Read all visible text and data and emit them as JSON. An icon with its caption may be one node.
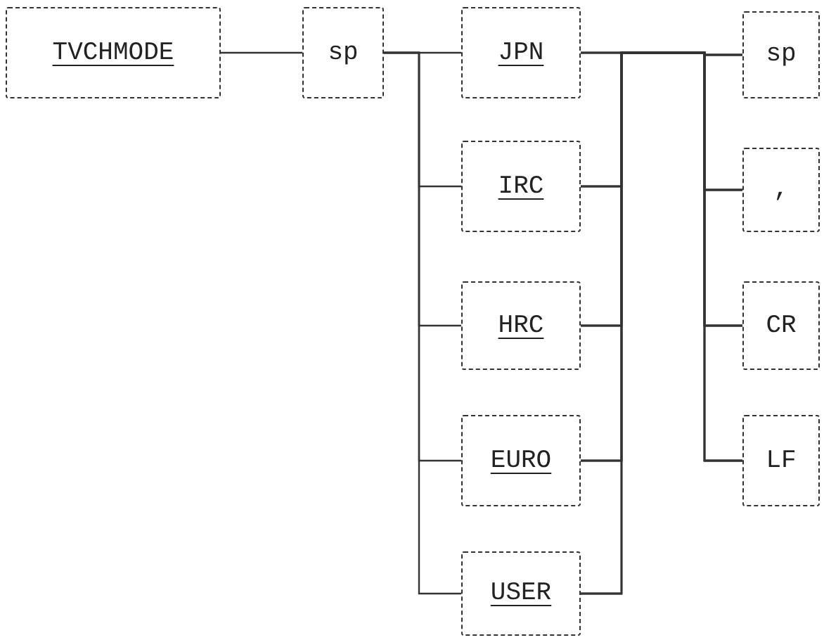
{
  "diagram": {
    "nodes": [
      {
        "text": [
          "TVCHMODE"
        ]
      },
      {
        "text": [
          "sp"
        ]
      },
      {
        "text": [
          "JPN"
        ]
      },
      {
        "text": [
          "IRC"
        ]
      },
      {
        "text": [
          "HRC"
        ]
      },
      {
        "text": [
          "EURO"
        ]
      },
      {
        "text": [
          "USER"
        ]
      },
      {
        "text": [
          "sp"
        ]
      },
      {
        "text": [
          ","
        ]
      },
      {
        "text": [
          "CR"
        ]
      },
      {
        "text": [
          "LF"
        ]
      }
    ],
    "edges": [
      {
        "from": 0,
        "to": 1,
        "arrow": "none"
      },
      {
        "from": 1,
        "to": 2,
        "arrow": "none"
      },
      {
        "from": 1,
        "to": 3,
        "arrow": "none"
      },
      {
        "from": 1,
        "to": 4,
        "arrow": "none"
      },
      {
        "from": 1,
        "to": 5,
        "arrow": "none"
      },
      {
        "from": 1,
        "to": 6,
        "arrow": "none"
      },
      {
        "from": 2,
        "to": 7,
        "arrow": "none"
      },
      {
        "from": 2,
        "to": 8,
        "arrow": "none"
      },
      {
        "from": 2,
        "to": 9,
        "arrow": "none"
      },
      {
        "from": 2,
        "to": 10,
        "arrow": "none"
      },
      {
        "from": 3,
        "to": 7,
        "arrow": "none"
      },
      {
        "from": 3,
        "to": 8,
        "arrow": "none"
      },
      {
        "from": 3,
        "to": 9,
        "arrow": "none"
      },
      {
        "from": 3,
        "to": 10,
        "arrow": "none"
      },
      {
        "from": 4,
        "to": 7,
        "arrow": "none"
      },
      {
        "from": 4,
        "to": 8,
        "arrow": "none"
      },
      {
        "from": 4,
        "to": 9,
        "arrow": "none"
      },
      {
        "from": 4,
        "to": 10,
        "arrow": "none"
      },
      {
        "from": 5,
        "to": 7,
        "arrow": "none"
      },
      {
        "from": 5,
        "to": 8,
        "arrow": "none"
      },
      {
        "from": 5,
        "to": 9,
        "arrow": "none"
      },
      {
        "from": 5,
        "to": 10,
        "arrow": "none"
      },
      {
        "from": 6,
        "to": 7,
        "arrow": "none"
      },
      {
        "from": 6,
        "to": 8,
        "arrow": "none"
      },
      {
        "from": 6,
        "to": 9,
        "arrow": "none"
      },
      {
        "from": 6,
        "to": 10,
        "arrow": "none"
      }
    ]
  }
}
